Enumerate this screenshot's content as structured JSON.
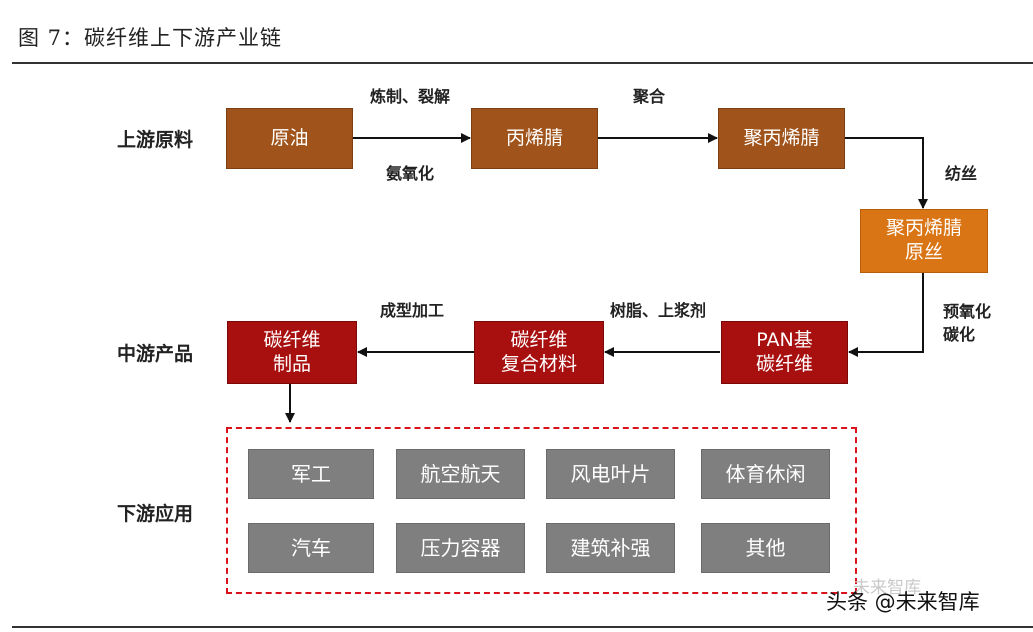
{
  "title": "图 7：碳纤维上下游产业链",
  "rows": {
    "upstream": "上游原料",
    "midstream": "中游产品",
    "downstream": "下游应用"
  },
  "upstream_boxes": {
    "crude_oil": "原油",
    "acrylonitrile": "丙烯腈",
    "polyacrylonitrile": "聚丙烯腈",
    "pan_precursor": "聚丙烯腈\n原丝"
  },
  "midstream_boxes": {
    "pan_carbon_fiber": "PAN基\n碳纤维",
    "composite": "碳纤维\n复合材料",
    "products": "碳纤维\n制品"
  },
  "process_labels": {
    "cracking": "炼制、裂解",
    "ammoxidation": "氨氧化",
    "polymerization": "聚合",
    "spinning": "纺丝",
    "pre_oxidation": "预氧化\n碳化",
    "resin_sizing": "树脂、上浆剂",
    "molding": "成型加工"
  },
  "applications": [
    "军工",
    "航空航天",
    "风电叶片",
    "体育休闲",
    "汽车",
    "压力容器",
    "建筑补强",
    "其他"
  ],
  "watermark": {
    "main": "头条 @未来智库",
    "faint": "未来智库"
  },
  "colors": {
    "brown": "#a0541c",
    "orange": "#d97515",
    "red": "#a80f0f",
    "gray": "#7f7f7f",
    "dashed_border": "#d9121b"
  }
}
